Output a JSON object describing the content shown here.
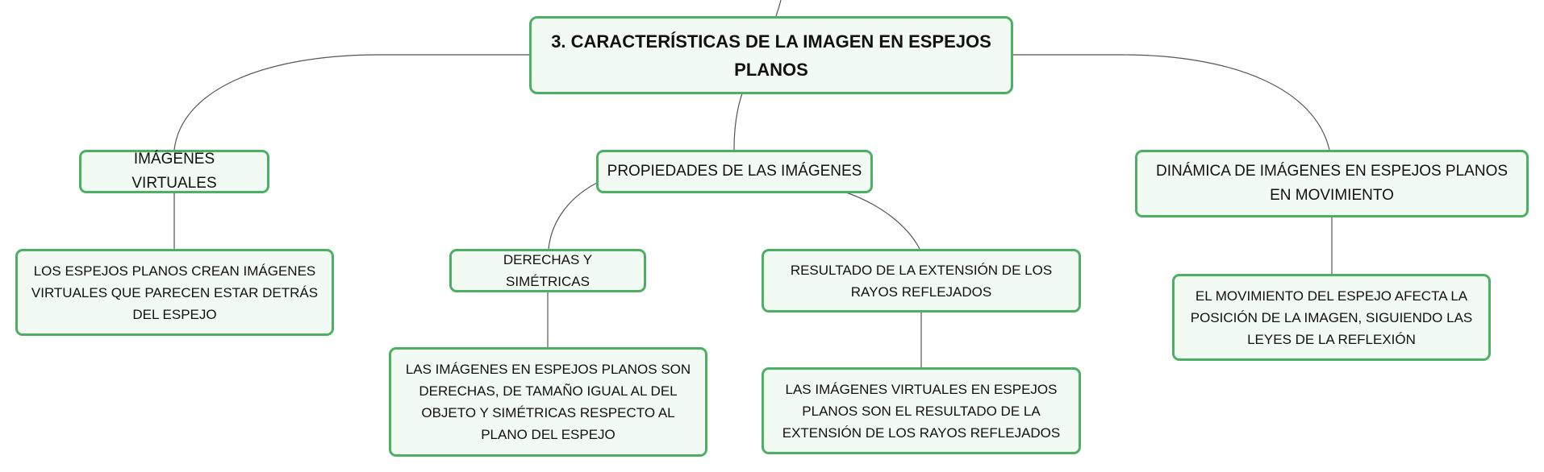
{
  "diagram": {
    "root": {
      "label": "3. CARACTERÍSTICAS DE LA IMAGEN EN ESPEJOS PLANOS"
    },
    "virtual": {
      "label": "IMÁGENES VIRTUALES",
      "detail": "LOS ESPEJOS PLANOS CREAN IMÁGENES VIRTUALES QUE PARECEN ESTAR DETRÁS DEL ESPEJO"
    },
    "properties": {
      "label": "PROPIEDADES DE LAS IMÁGENES",
      "upright": {
        "label": "DERECHAS Y SIMÉTRICAS",
        "detail": "LAS IMÁGENES EN ESPEJOS PLANOS SON DERECHAS, DE TAMAÑO IGUAL AL DEL OBJETO Y SIMÉTRICAS RESPECTO AL PLANO DEL ESPEJO"
      },
      "extension": {
        "label": "RESULTADO DE LA EXTENSIÓN DE LOS RAYOS REFLEJADOS",
        "detail": "LAS IMÁGENES VIRTUALES EN ESPEJOS PLANOS SON EL RESULTADO DE LA EXTENSIÓN DE LOS RAYOS REFLEJADOS"
      }
    },
    "motion": {
      "label": "DINÁMICA DE IMÁGENES EN ESPEJOS PLANOS EN MOVIMIENTO",
      "detail": "EL MOVIMIENTO DEL ESPEJO AFECTA LA POSICIÓN DE LA IMAGEN, SIGUIENDO LAS LEYES DE LA REFLEXIÓN"
    }
  },
  "colors": {
    "border": "#4caf64",
    "fill": "#f2faf4",
    "line": "#555555"
  }
}
